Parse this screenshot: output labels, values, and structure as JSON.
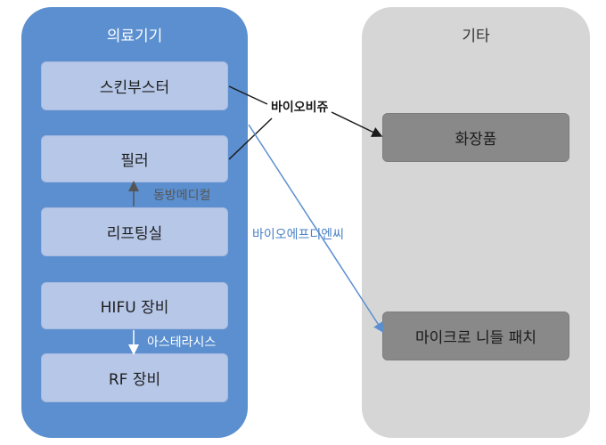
{
  "groups": {
    "medical": {
      "title": "의료기기"
    },
    "other": {
      "title": "기타"
    }
  },
  "boxes": {
    "skinbooster": "스킨부스터",
    "filler": "필러",
    "lifting": "리프팅실",
    "hifu": "HIFU 장비",
    "rf": "RF 장비",
    "cosmetics": "화장품",
    "microneedle": "마이크로 니들 패치"
  },
  "edges": {
    "biobijue": "바이오비쥬",
    "dongbang": "동방메디컬",
    "bioepdnc": "바이오에프디엔씨",
    "astera": "아스테라시스"
  },
  "colors": {
    "medical_panel": "#5b8fcf",
    "other_panel": "#d6d6d6",
    "medical_box": "#b7c7e8",
    "other_box": "#898989",
    "bio_line": "#5b8fcf"
  }
}
